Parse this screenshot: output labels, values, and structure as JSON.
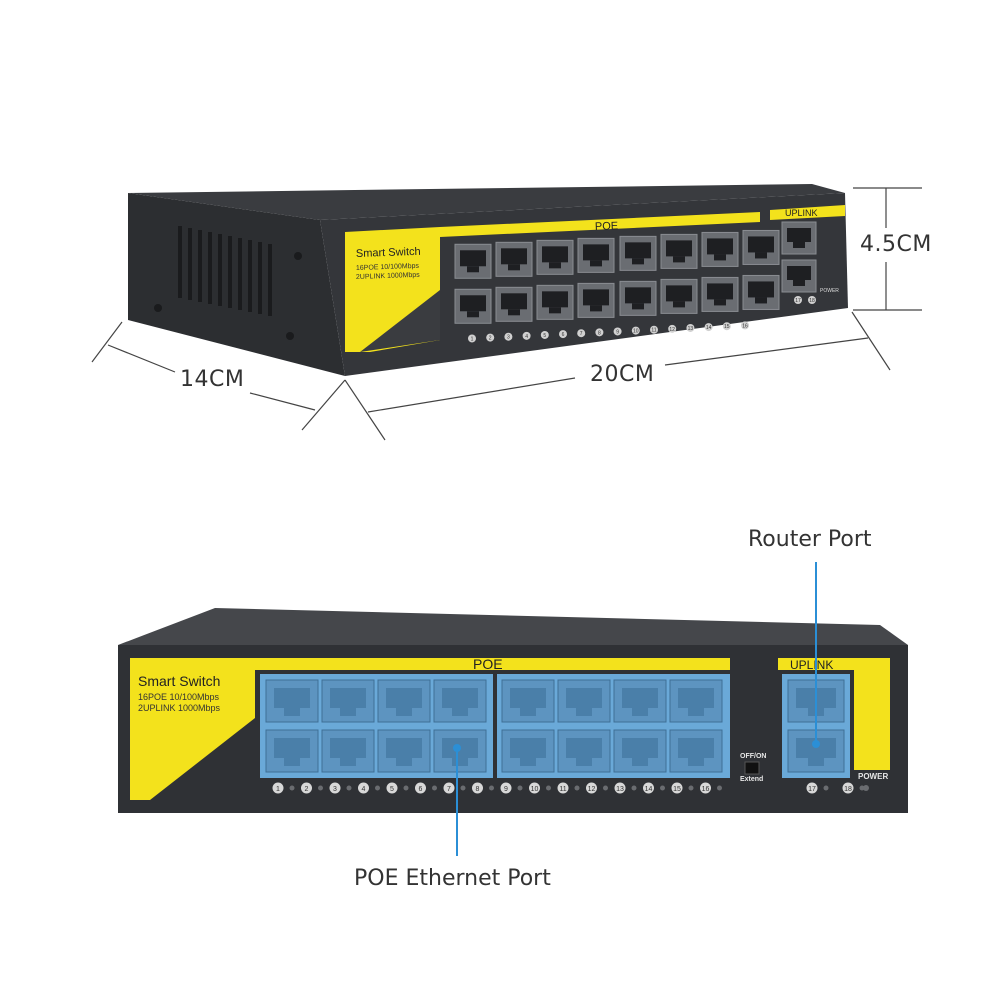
{
  "dimensions": {
    "width": "20CM",
    "depth": "14CM",
    "height": "4.5CM"
  },
  "device": {
    "brand": "Smart Switch",
    "spec_line_1": "16POE 10/100Mbps",
    "spec_line_2": "2UPLINK 1000Mbps",
    "poe_label": "POE",
    "uplink_label": "UPLINK",
    "switch_top": "OFF/ON",
    "switch_bottom": "Extend",
    "power_label": "POWER",
    "port_numbers": [
      "1",
      "2",
      "3",
      "4",
      "5",
      "6",
      "7",
      "8",
      "9",
      "10",
      "11",
      "12",
      "13",
      "14",
      "15",
      "16",
      "17",
      "18"
    ]
  },
  "callouts": {
    "router_port": "Router Port",
    "poe_port": "POE Ethernet Port"
  },
  "colors": {
    "panel_yellow": "#f3e21c",
    "body_dark": "#2f3135",
    "port_highlight": "#6aa9d8",
    "callout_line": "#2b8fd6"
  }
}
